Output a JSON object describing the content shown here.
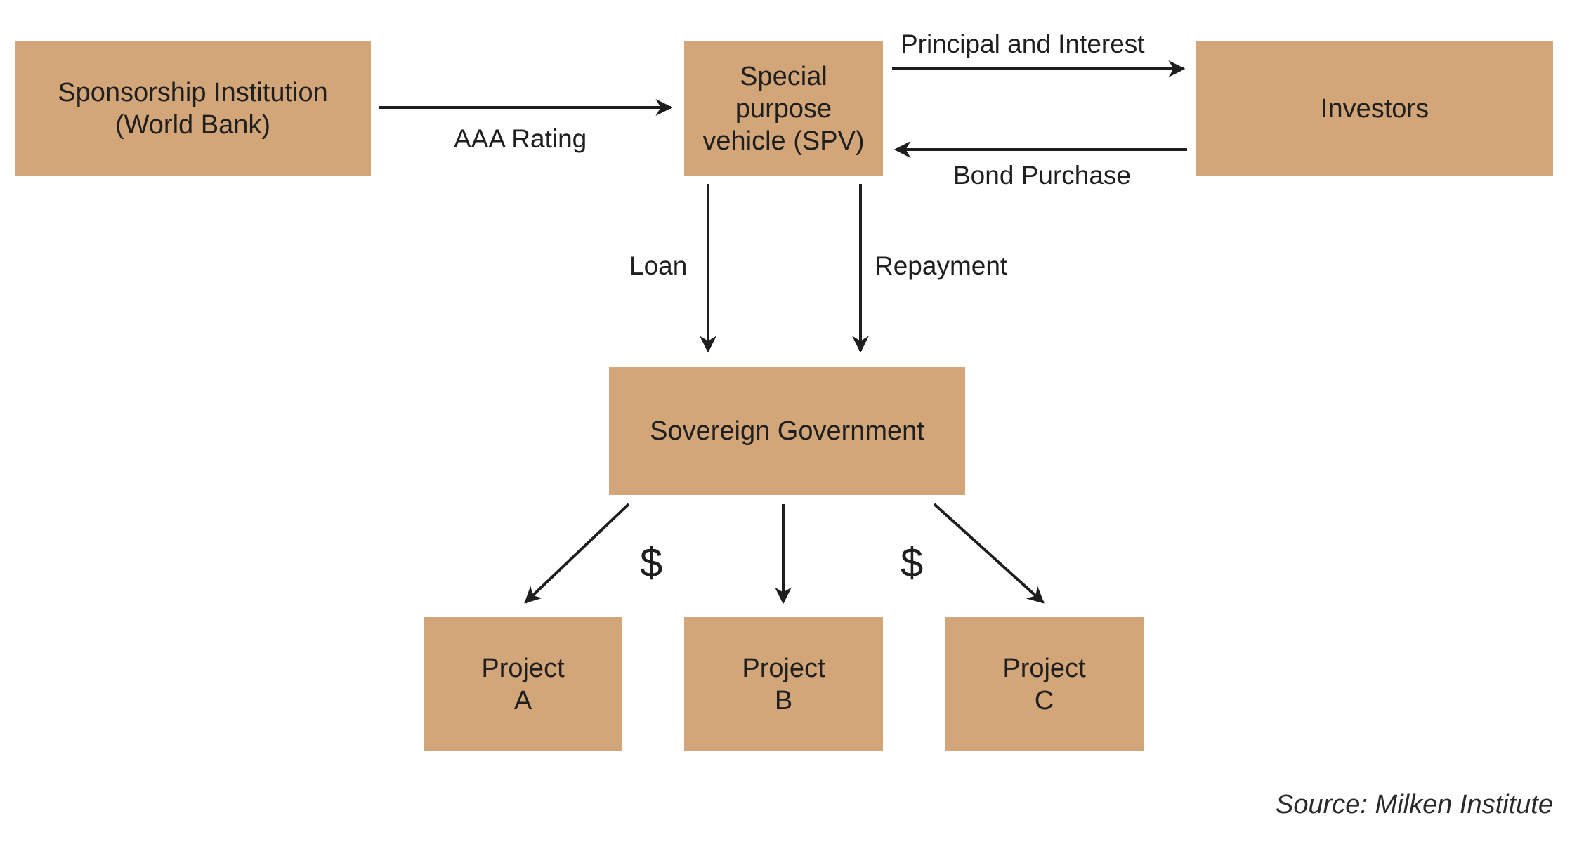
{
  "nodes": {
    "sponsor": "Sponsorship Institution\n(World Bank)",
    "spv": "Special\npurpose\nvehicle (SPV)",
    "investors": "Investors",
    "government": "Sovereign Government",
    "project_a": "Project\nA",
    "project_b": "Project\nB",
    "project_c": "Project\nC"
  },
  "edges": {
    "aaa_rating": "AAA Rating",
    "principal_interest": "Principal and Interest",
    "bond_purchase": "Bond Purchase",
    "loan": "Loan",
    "repayment": "Repayment",
    "dollar_left": "$",
    "dollar_right": "$"
  },
  "source": "Source: Milken Institute",
  "colors": {
    "box_fill": "#d2a679",
    "arrow": "#1e1e1e",
    "text": "#1f1f1f"
  }
}
